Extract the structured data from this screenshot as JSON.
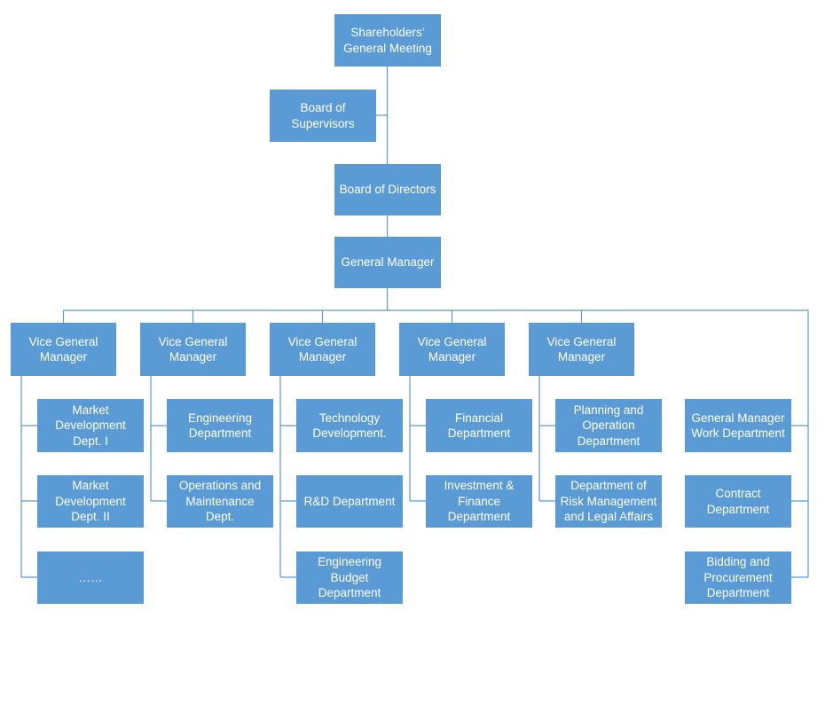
{
  "colors": {
    "box_fill": "#5b9bd5",
    "box_text": "#ffffff",
    "connector": "#5b9bd5"
  },
  "top": {
    "shareholders": "Shareholders’\nGeneral Meeting",
    "supervisors": "Board of\nSupervisors",
    "directors": "Board of Directors",
    "general_manager": "General Manager"
  },
  "vgms": [
    "Vice General\nManager",
    "Vice General\nManager",
    "Vice General\nManager",
    "Vice General\nManager",
    "Vice General\nManager"
  ],
  "departments": {
    "col1": [
      "Market\nDevelopment\nDept. I",
      "Market\nDevelopment\nDept. II",
      "……"
    ],
    "col2": [
      "Engineering\nDepartment",
      "Operations and\nMaintenance\nDept."
    ],
    "col3": [
      "Technology\nDevelopment.",
      "R&D Department",
      "Engineering\nBudget\nDepartment"
    ],
    "col4": [
      "Financial\nDepartment",
      "Investment &\nFinance\nDepartment"
    ],
    "col5": [
      "Planning and\nOperation\nDepartment",
      "Department of\nRisk Management\nand Legal Affairs"
    ],
    "col6": [
      "General Manager\nWork Department",
      "Contract\nDepartment",
      "Bidding and\nProcurement\nDepartment"
    ]
  }
}
